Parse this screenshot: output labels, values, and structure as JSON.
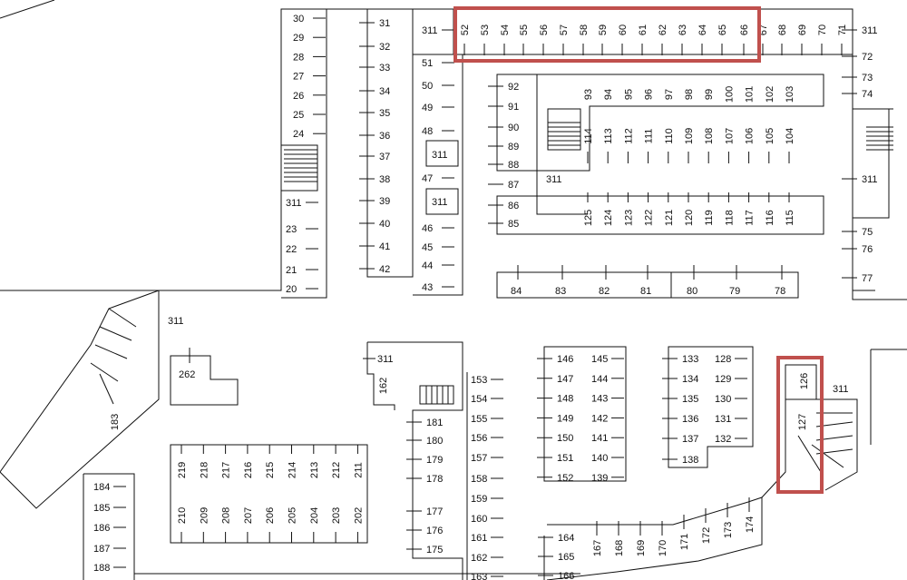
{
  "colors": {
    "highlight": "#c0504d",
    "line": "#111111"
  },
  "groups": {
    "col_a": [
      "30",
      "29",
      "28",
      "27",
      "26",
      "25",
      "24"
    ],
    "col_a_low": [
      "311",
      "23",
      "22",
      "21",
      "20"
    ],
    "col_b": [
      "31",
      "32",
      "33",
      "34",
      "35",
      "36",
      "37",
      "38",
      "39",
      "40",
      "41",
      "42"
    ],
    "col_c": [
      "311",
      "51",
      "50",
      "49",
      "48",
      "47",
      "46",
      "45",
      "44",
      "43"
    ],
    "col_c_boxes": [
      "311",
      "311"
    ],
    "top_row": [
      "52",
      "53",
      "54",
      "55",
      "56",
      "57",
      "58",
      "59",
      "60",
      "61",
      "62",
      "63",
      "64",
      "65",
      "66",
      "67",
      "68",
      "69",
      "70",
      "71"
    ],
    "right_col": [
      "311",
      "72",
      "73",
      "74",
      "311",
      "75",
      "76",
      "77"
    ],
    "col_d": [
      "92",
      "91",
      "90",
      "89",
      "88",
      "87",
      "86",
      "85"
    ],
    "block_top": [
      "93",
      "94",
      "95",
      "96",
      "97",
      "98",
      "99",
      "100",
      "101",
      "102",
      "103"
    ],
    "block_mid": [
      "114",
      "113",
      "112",
      "111",
      "110",
      "109",
      "108",
      "107",
      "106",
      "105",
      "104"
    ],
    "block_bot": [
      "125",
      "124",
      "123",
      "122",
      "121",
      "120",
      "119",
      "118",
      "117",
      "116",
      "115"
    ],
    "block_311": "311",
    "bottom_row": [
      "84",
      "83",
      "82",
      "81",
      "80",
      "79",
      "78"
    ],
    "ramp_311": "311",
    "box_262": "262",
    "ramp_183": "183",
    "stair_311": "311",
    "stair_162": "162",
    "col_e": [
      "153",
      "154",
      "155",
      "156",
      "157",
      "158",
      "159",
      "160",
      "161",
      "162",
      "163"
    ],
    "col_f": [
      "181",
      "180",
      "179",
      "178",
      "177",
      "176",
      "175"
    ],
    "col_g1": [
      "146",
      "147",
      "148",
      "149",
      "150",
      "151",
      "152"
    ],
    "col_g2": [
      "145",
      "144",
      "143",
      "142",
      "141",
      "140",
      "139"
    ],
    "col_h1": [
      "133",
      "134",
      "135",
      "136",
      "137",
      "138"
    ],
    "col_h2": [
      "128",
      "129",
      "130",
      "131",
      "132"
    ],
    "col_i": [
      "126",
      "127"
    ],
    "stair_r_311": "311",
    "block2_top": [
      "219",
      "218",
      "217",
      "216",
      "215",
      "214",
      "213",
      "212",
      "211"
    ],
    "block2_bot": [
      "210",
      "209",
      "208",
      "207",
      "206",
      "205",
      "204",
      "203",
      "202"
    ],
    "col_j": [
      "184",
      "185",
      "186",
      "187",
      "188"
    ],
    "col_k": [
      "164",
      "165",
      "166"
    ],
    "slant_row": [
      "167",
      "168",
      "169",
      "170",
      "171",
      "172",
      "173",
      "174"
    ]
  }
}
